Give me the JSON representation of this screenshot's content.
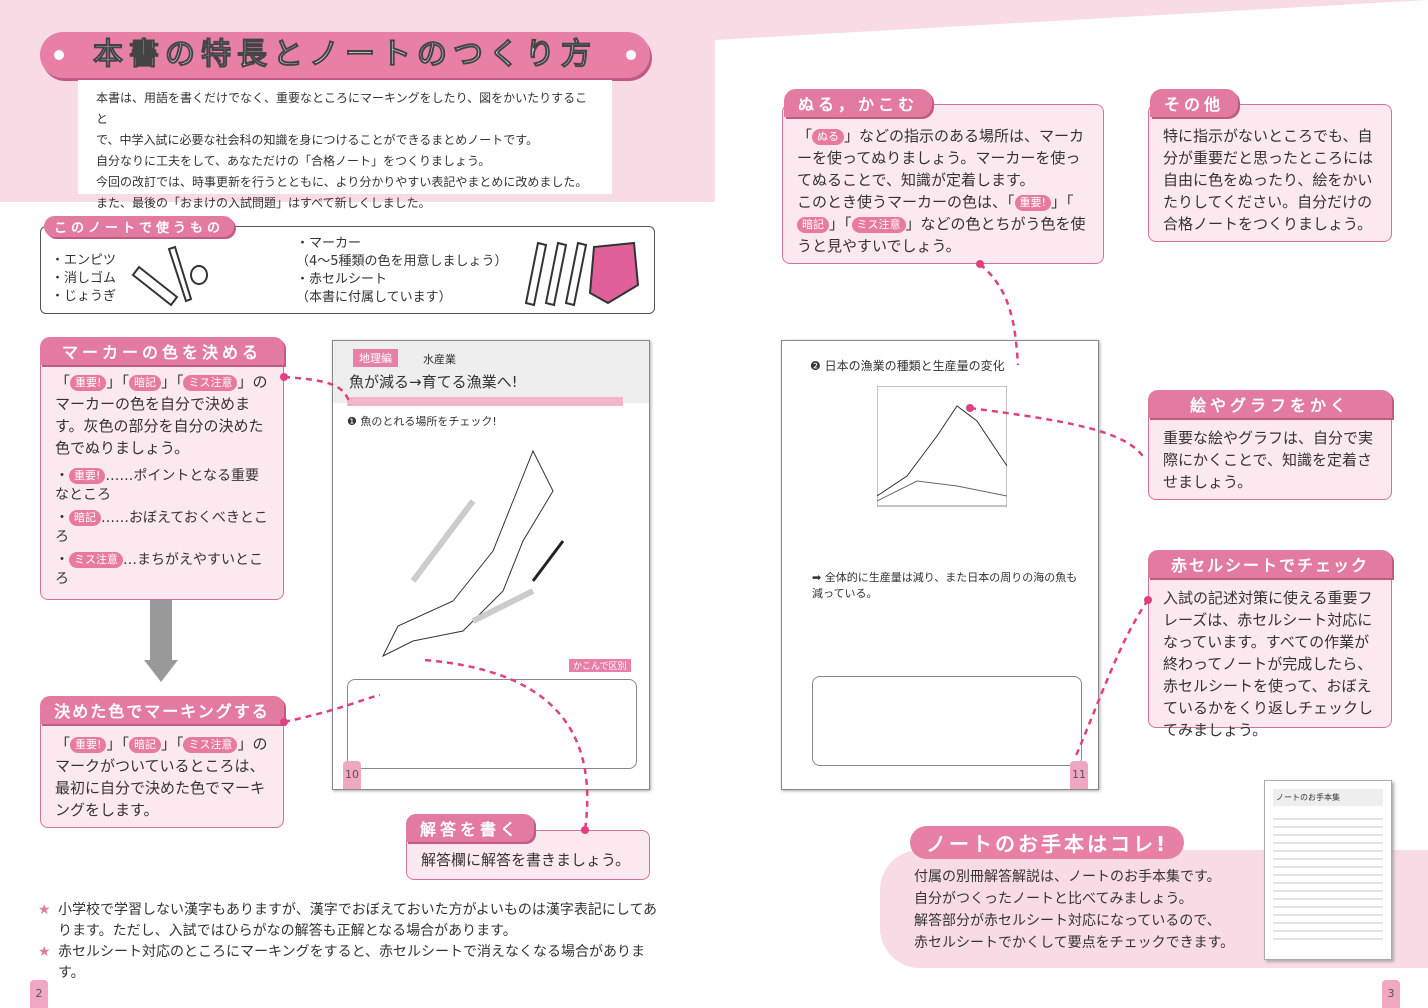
{
  "title": "本書の特長とノートのつくり方",
  "intro": [
    "本書は、用語を書くだけでなく、重要なところにマーキングをしたり、図をかいたりすること",
    "で、中学入試に必要な社会科の知識を身につけることができるまとめノートです。",
    "自分なりに工夫をして、あなただけの「合格ノート」をつくりましょう。",
    "今回の改訂では、時事更新を行うとともに、より分かりやすい表記やまとめに改めました。",
    "また、最後の「おまけの入試問題」はすべて新しくしました。"
  ],
  "tools": {
    "label": "このノートで使うもの",
    "left": [
      "・エンピツ",
      "・消しゴム",
      "・じょうぎ"
    ],
    "right": [
      "・マーカー",
      "（4～5種類の色を用意しましょう）",
      "・赤セルシート",
      "（本書に付属しています）"
    ]
  },
  "tags": {
    "important": "重要!",
    "memorize": "暗記",
    "caution": "ミス注意",
    "paint": "ぬる"
  },
  "marker_color": {
    "label": "マーカーの色を決める",
    "text_suffix": "の",
    "body": "マーカーの色を自分で決めます。灰色の部分を自分の決めた色でぬりましょう。",
    "items": [
      {
        "desc": "……ポイントとなる重要なところ"
      },
      {
        "desc": "……おぼえておくべきところ"
      },
      {
        "desc": "…まちがえやすいところ"
      }
    ]
  },
  "marking": {
    "label": "決めた色でマーキングする",
    "body": "マークがついているところは、最初に自分で決めた色でマーキングをします。"
  },
  "answer": {
    "label": "解答を書く",
    "body": "解答欄に解答を書きましょう。"
  },
  "paint": {
    "label": "ぬる，かこむ",
    "body1": "」などの指示のある場所は、マーカーを使ってぬりましょう。マーカーを使ってぬることで、知識が定着します。",
    "body2": "このとき使うマーカーの色は、",
    "body3": "」などの色とちがう色を使うと見やすいでしょう。"
  },
  "other": {
    "label": "その他",
    "body": "特に指示がないところでも、自分が重要だと思ったところには自由に色をぬったり、絵をかいたりしてください。自分だけの合格ノートをつくりましょう。"
  },
  "draw": {
    "label": "絵やグラフをかく",
    "body": "重要な絵やグラフは、自分で実際にかくことで、知識を定着させましょう。"
  },
  "redsheet": {
    "label": "赤セルシートでチェック",
    "body": "入試の記述対策に使える重要フレーズは、赤セルシート対応になっています。すべての作業が終わってノートが完成したら、赤セルシートを使って、おぼえているかをくり返しチェックしてみましょう。"
  },
  "notes": [
    "小学校で学習しない漢字もありますが、漢字でおぼえておいた方がよいものは漢字表記にしてあります。ただし、入試ではひらがなの解答も正解となる場合があります。",
    "赤セルシート対応のところにマーキングをすると、赤セルシートで消えなくなる場合があります。"
  ],
  "sample_left": {
    "section": "地理編",
    "topic": "水産業",
    "title": "魚が減る→育てる漁業へ!",
    "q1": "❶ 魚のとれる場所をチェック!",
    "page": "10",
    "bar": "かこんで区別"
  },
  "sample_right": {
    "q2": "❷ 日本の漁業の種類と生産量の変化",
    "summary": "➡ 全体的に生産量は減り、また日本の周りの海の魚も減っている。",
    "page": "11"
  },
  "model": {
    "label": "ノートのお手本はコレ!",
    "lines": [
      "付属の別冊解答解説は、ノートのお手本集です。",
      "自分がつくったノートと比べてみましょう。",
      "解答部分が赤セルシート対応になっているので、",
      "赤セルシートでかくして要点をチェックできます。"
    ],
    "thumb_title": "ノートのお手本集"
  },
  "page_numbers": {
    "left": "2",
    "right": "3"
  },
  "colors": {
    "accent": "#e27aa1",
    "box_bg": "#fce9f0",
    "border": "#d8709a"
  }
}
